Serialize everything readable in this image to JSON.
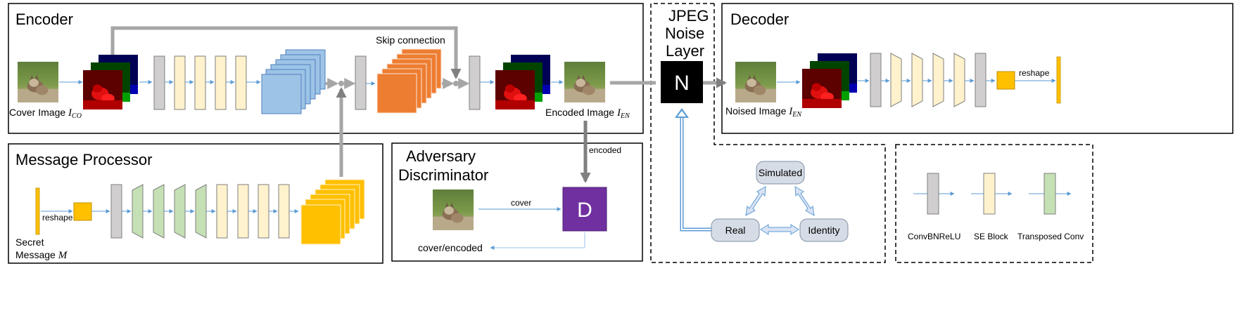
{
  "encoder": {
    "title": "Encoder",
    "cover_caption": "Cover Image ",
    "cover_sym": "I",
    "cover_sub": "CO",
    "skip_label": "Skip connection",
    "encoded_caption": "Encoded Image ",
    "encoded_sym": "I",
    "encoded_sub": "EN"
  },
  "noise_layer": {
    "title_line1": "JPEG",
    "title_line2": "Noise",
    "title_line3": "Layer",
    "node_letter": "N",
    "node_color": "#000000"
  },
  "decoder": {
    "title": "Decoder",
    "noised_caption": "Noised Image ",
    "noised_sym": "I",
    "noised_sub": "EN",
    "reshape_label": "reshape"
  },
  "message_processor": {
    "title": "Message Processor",
    "reshape_label": "reshape",
    "secret_line1": "Secret",
    "secret_line2": "Message ",
    "secret_sym": "M"
  },
  "adversary": {
    "title_line1": "Adversary",
    "title_line2": "Discriminator",
    "cover_label": "cover",
    "encoded_label": "encoded",
    "output_label": "cover/encoded",
    "node_letter": "D",
    "node_color": "#7030a0"
  },
  "noise_modes": {
    "simulated": "Simulated",
    "real": "Real",
    "identity": "Identity"
  },
  "legend": {
    "conv": "ConvBNReLU",
    "se": "SE Block",
    "tconv": "Transposed Conv"
  },
  "colors": {
    "conv": "#d0cece",
    "se": "#fff2cc",
    "tconv": "#c5e0b4",
    "blue_block": "#9dc3e6",
    "orange_block": "#ed7d31",
    "yellow_block": "#ffc000",
    "arrow_gray": "#a6a6a6",
    "arrow_blue": "#5b9bd5",
    "node_fill": "#d6dce5"
  }
}
